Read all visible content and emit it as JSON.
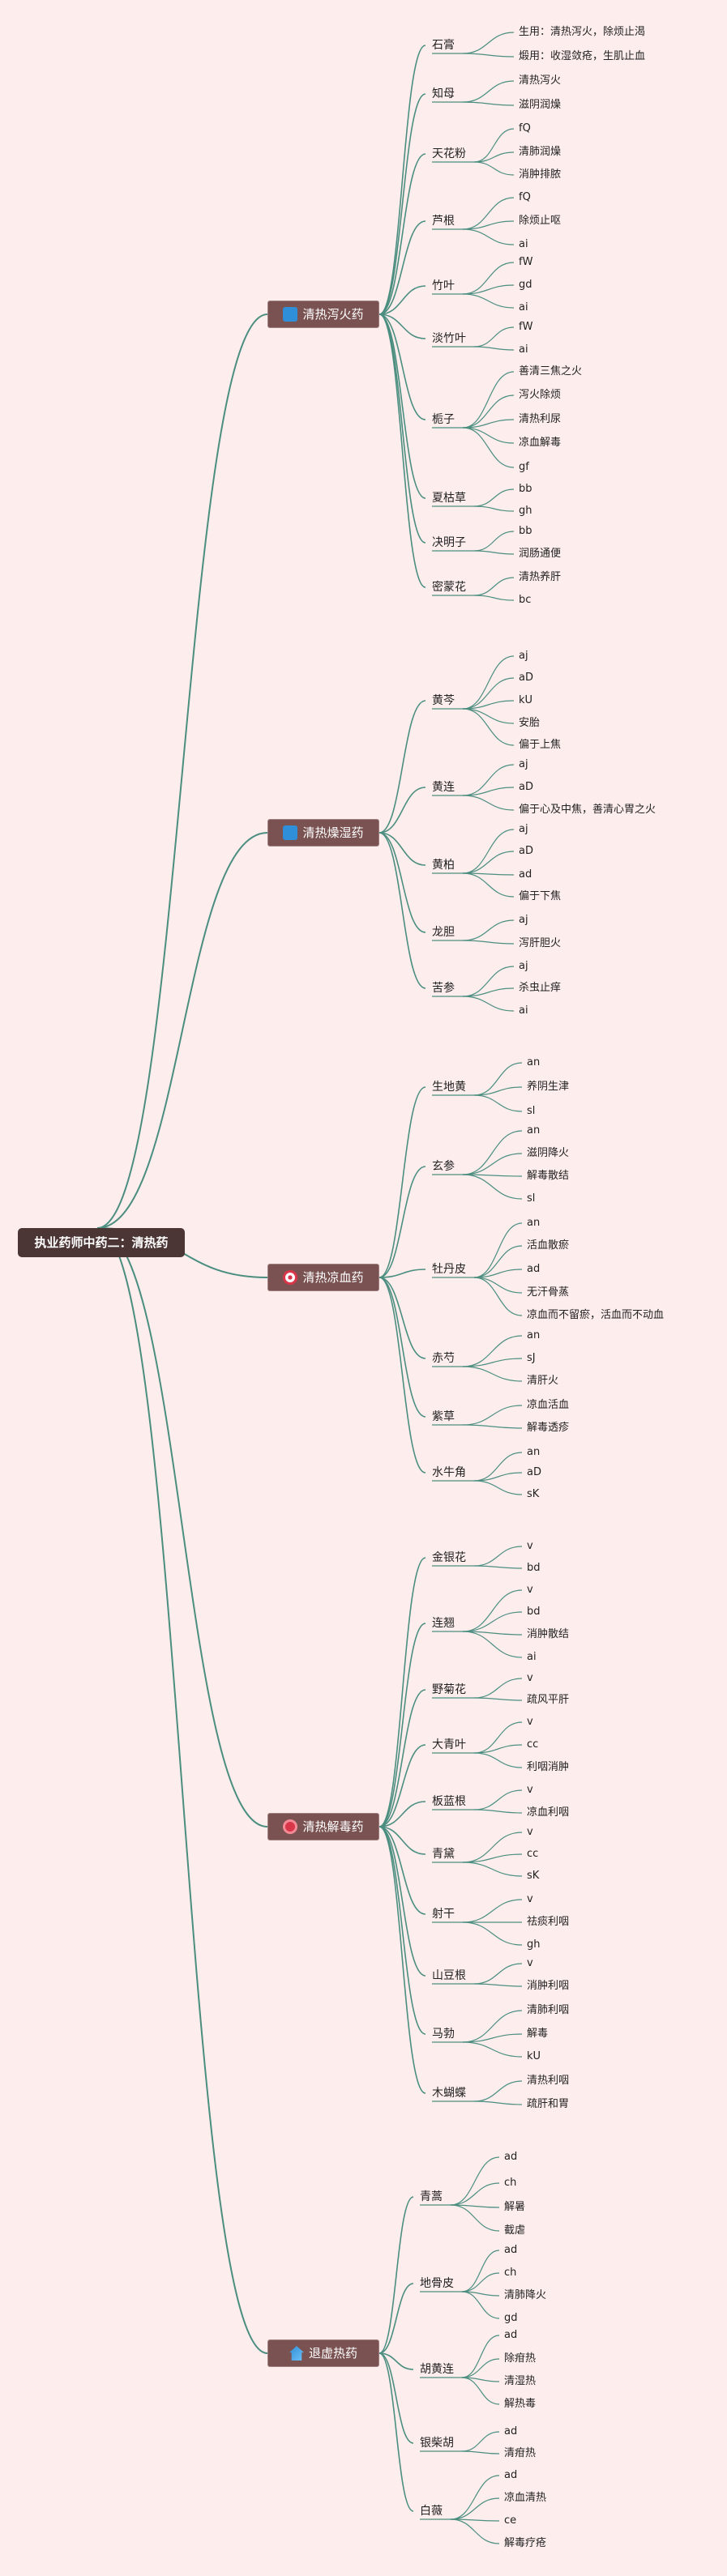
{
  "title": "执业药师中药二：清热药",
  "colors": {
    "link": "#4b8e80",
    "background": "#fdeeed"
  },
  "categories": [
    {
      "name": "清热泻火药",
      "icon": "blue-square-icon",
      "icon_color": "#2f8fd8",
      "herbs": [
        {
          "name": "石膏",
          "leaves": [
            "生用：清热泻火，除烦止渴",
            "煅用：收湿敛疮，生肌止血"
          ]
        },
        {
          "name": "知母",
          "leaves": [
            "清热泻火",
            "滋阴润燥"
          ]
        },
        {
          "name": "天花粉",
          "leaves": [
            "fQ",
            "清肺润燥",
            "消肿排脓"
          ]
        },
        {
          "name": "芦根",
          "leaves": [
            "fQ",
            "除烦止呕",
            "ai"
          ]
        },
        {
          "name": "竹叶",
          "leaves": [
            "fW",
            "gd",
            "ai"
          ]
        },
        {
          "name": "淡竹叶",
          "leaves": [
            "fW",
            "ai"
          ]
        },
        {
          "name": "栀子",
          "leaves": [
            "善清三焦之火",
            "泻火除烦",
            "清热利尿",
            "凉血解毒",
            "gf"
          ]
        },
        {
          "name": "夏枯草",
          "leaves": [
            "bb",
            "gh"
          ]
        },
        {
          "name": "决明子",
          "leaves": [
            "bb",
            "润肠通便"
          ]
        },
        {
          "name": "密蒙花",
          "leaves": [
            "清热养肝",
            "bc"
          ]
        }
      ]
    },
    {
      "name": "清热燥湿药",
      "icon": "blue-square-icon",
      "icon_color": "#2f8fd8",
      "herbs": [
        {
          "name": "黄芩",
          "leaves": [
            "aj",
            "aD",
            "kU",
            "安胎",
            "偏于上焦"
          ]
        },
        {
          "name": "黄连",
          "leaves": [
            "aj",
            "aD",
            "偏于心及中焦，善清心胃之火"
          ]
        },
        {
          "name": "黄柏",
          "leaves": [
            "aj",
            "aD",
            "ad",
            "偏于下焦"
          ]
        },
        {
          "name": "龙胆",
          "leaves": [
            "aj",
            "泻肝胆火"
          ]
        },
        {
          "name": "苦参",
          "leaves": [
            "aj",
            "杀虫止痒",
            "ai"
          ]
        }
      ]
    },
    {
      "name": "清热凉血药",
      "icon": "red-target-icon",
      "icon_color": "#d9364a",
      "herbs": [
        {
          "name": "生地黄",
          "leaves": [
            "an",
            "养阴生津",
            "sl"
          ]
        },
        {
          "name": "玄参",
          "leaves": [
            "an",
            "滋阴降火",
            "解毒散结",
            "sl"
          ]
        },
        {
          "name": "牡丹皮",
          "leaves": [
            "an",
            "活血散瘀",
            "ad",
            "无汗骨蒸",
            "凉血而不留瘀，活血而不动血"
          ]
        },
        {
          "name": "赤芍",
          "leaves": [
            "an",
            "sJ",
            "清肝火"
          ]
        },
        {
          "name": "紫草",
          "leaves": [
            "凉血活血",
            "解毒透疹"
          ]
        },
        {
          "name": "水牛角",
          "leaves": [
            "an",
            "aD",
            "sK"
          ]
        }
      ]
    },
    {
      "name": "清热解毒药",
      "icon": "red-circle-icon",
      "icon_color": "#d9364a",
      "herbs": [
        {
          "name": "金银花",
          "leaves": [
            "v",
            "bd"
          ]
        },
        {
          "name": "连翘",
          "leaves": [
            "v",
            "bd",
            "消肿散结",
            "ai"
          ]
        },
        {
          "name": "野菊花",
          "leaves": [
            "v",
            "疏风平肝"
          ]
        },
        {
          "name": "大青叶",
          "leaves": [
            "v",
            "cc",
            "利咽消肿"
          ]
        },
        {
          "name": "板蓝根",
          "leaves": [
            "v",
            "凉血利咽"
          ]
        },
        {
          "name": "青黛",
          "leaves": [
            "v",
            "cc",
            "sK"
          ]
        },
        {
          "name": "射干",
          "leaves": [
            "v",
            "祛痰利咽",
            "gh"
          ]
        },
        {
          "name": "山豆根",
          "leaves": [
            "v",
            "消肿利咽"
          ]
        },
        {
          "name": "马勃",
          "leaves": [
            "清肺利咽",
            "解毒",
            "kU"
          ]
        },
        {
          "name": "木蝴蝶",
          "leaves": [
            "清热利咽",
            "疏肝和胃"
          ]
        }
      ]
    },
    {
      "name": "退虚热药",
      "icon": "home-icon",
      "icon_color": "#2f8fd8",
      "herbs": [
        {
          "name": "青蒿",
          "leaves": [
            "ad",
            "ch",
            "解暑",
            "截虐"
          ]
        },
        {
          "name": "地骨皮",
          "leaves": [
            "ad",
            "ch",
            "清肺降火",
            "gd"
          ]
        },
        {
          "name": "胡黄连",
          "leaves": [
            "ad",
            "除疳热",
            "清湿热",
            "解热毒"
          ]
        },
        {
          "name": "银柴胡",
          "leaves": [
            "ad",
            "清疳热"
          ]
        },
        {
          "name": "白薇",
          "leaves": [
            "ad",
            "凉血清热",
            "ce",
            "解毒疗疮"
          ]
        }
      ]
    }
  ]
}
